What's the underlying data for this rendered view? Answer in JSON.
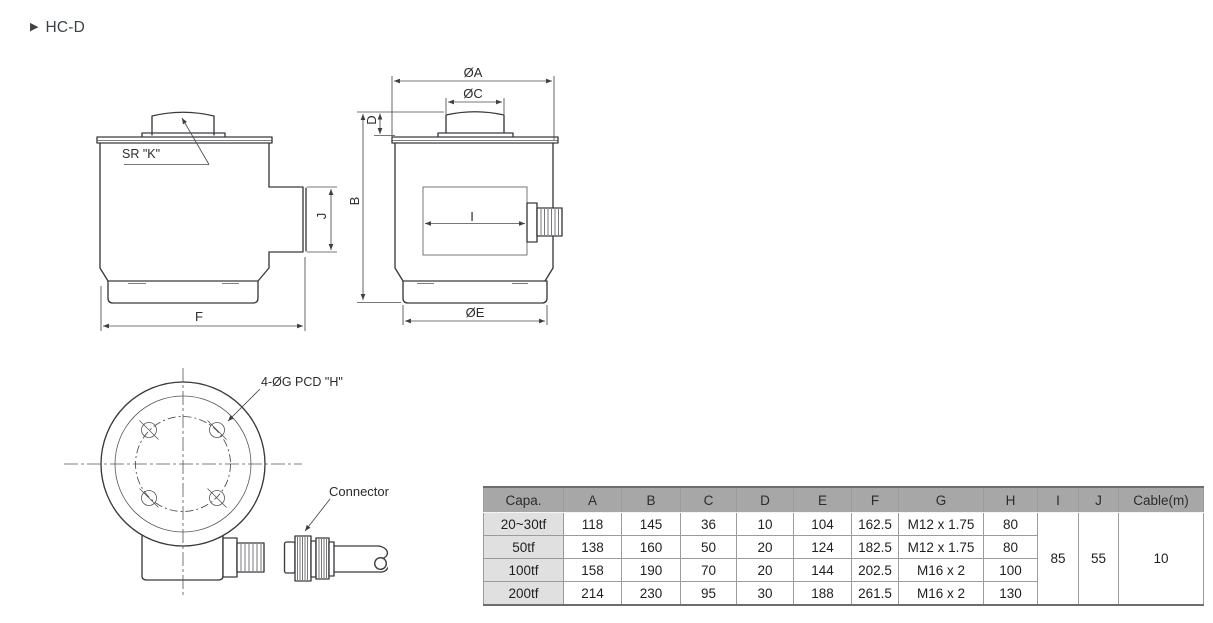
{
  "page": {
    "title_marker": "▶",
    "title": "HC-D"
  },
  "drawings": {
    "side_view": {
      "sr_k_label": "SR \"K\"",
      "dim_f": "F",
      "dim_j": "J"
    },
    "front_view": {
      "dim_oa": "ØA",
      "dim_oc": "ØC",
      "dim_d": "D",
      "dim_b": "B",
      "dim_i": "I",
      "dim_oe": "ØE"
    },
    "top_view": {
      "bolt_label": "4-ØG PCD \"H\""
    },
    "connector_view": {
      "label": "Connector"
    }
  },
  "spec_table": {
    "headers": [
      "Capa.",
      "A",
      "B",
      "C",
      "D",
      "E",
      "F",
      "G",
      "H",
      "I",
      "J",
      "Cable(m)"
    ],
    "rows": [
      {
        "capa": "20~30tf",
        "A": "118",
        "B": "145",
        "C": "36",
        "D": "10",
        "E": "104",
        "F": "162.5",
        "G": "M12 x 1.75",
        "H": "80"
      },
      {
        "capa": "50tf",
        "A": "138",
        "B": "160",
        "C": "50",
        "D": "20",
        "E": "124",
        "F": "182.5",
        "G": "M12 x 1.75",
        "H": "80"
      },
      {
        "capa": "100tf",
        "A": "158",
        "B": "190",
        "C": "70",
        "D": "20",
        "E": "144",
        "F": "202.5",
        "G": "M16 x 2",
        "H": "100"
      },
      {
        "capa": "200tf",
        "A": "214",
        "B": "230",
        "C": "95",
        "D": "30",
        "E": "188",
        "F": "261.5",
        "G": "M16 x 2",
        "H": "130"
      }
    ],
    "merged": {
      "I": "85",
      "J": "55",
      "cable": "10"
    }
  },
  "colors": {
    "table_header_bg": "#a7a7a7",
    "table_capa_bg": "#e0e0e0",
    "table_border": "#9b9b9b",
    "table_outer_border": "#6d6d6d",
    "drawing_line": "#3a3a3e",
    "text": "#2b2b2b",
    "background": "#ffffff"
  }
}
